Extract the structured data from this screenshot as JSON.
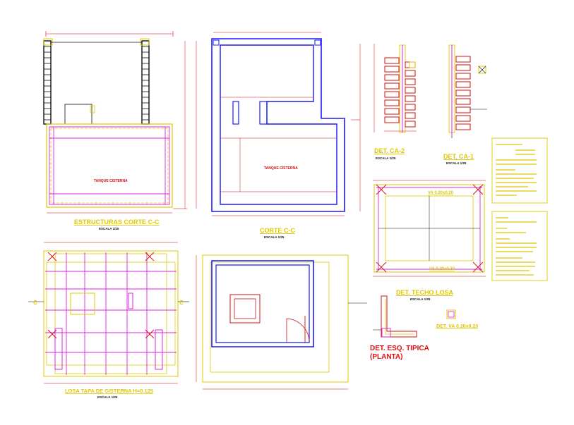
{
  "drawing": {
    "views": {
      "section_cc_structure": {
        "title": "ESTRUCTURAS CORTE C-C",
        "scale": "ESCALA 1/25",
        "tank_label": "TANQUE CISTERNA"
      },
      "section_cc": {
        "title": "CORTE C-C",
        "scale": "ESCALA 1/25",
        "tank_label": "TANQUE CISTERNA"
      },
      "detail_ca2": {
        "title": "DET. CA-2",
        "scale": "ESCALA 1/25"
      },
      "detail_ca1": {
        "title": "DET. CA-1",
        "scale": "ESCALA 1/25"
      },
      "detail_roof_slab": {
        "title": "DET. TECHO LOSA",
        "scale": "ESCALA 1/25",
        "beam_top": "VA 0.20x0.20",
        "beam_bottom": "VA 0.20x0.20"
      },
      "cover_slab": {
        "title": "LOSA TAPA DE CISTERNA H=0.125",
        "scale": "ESCALA 1/25",
        "cut_marker": "C"
      },
      "typical_corner": {
        "title_line1": "DET. ESQ. TIPICA",
        "title_line2": "(PLANTA)"
      },
      "beam_detail": {
        "title": "DET. VA 0.20x0.20"
      }
    },
    "colors": {
      "background": "#ffffff",
      "concrete_outline": "#1a1aff",
      "rebar": "#e020e0",
      "dimension": "#d01010",
      "annotation": "#e0c800",
      "brick": "#d01010",
      "label_dark": "#101010"
    }
  }
}
